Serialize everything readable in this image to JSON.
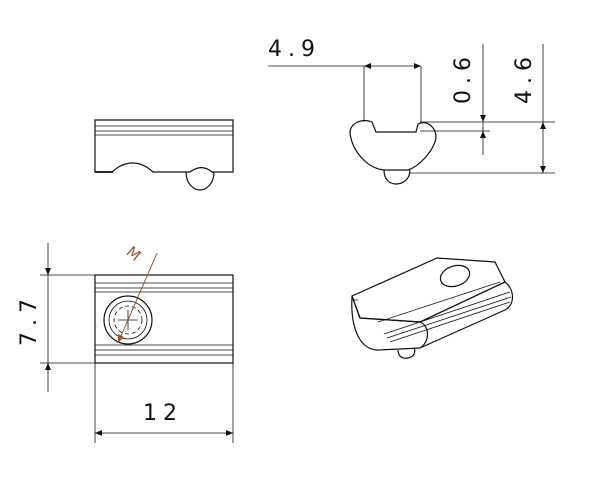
{
  "diagram": {
    "colors": {
      "line": "#111111",
      "thread_callout": "#a0522d",
      "background": "#ffffff"
    },
    "dimensions": {
      "top_width": "4.9",
      "top_lip": "0.6",
      "total_height": "4.6",
      "side_height": "7.7",
      "length": "12"
    },
    "thread_label": "M"
  }
}
